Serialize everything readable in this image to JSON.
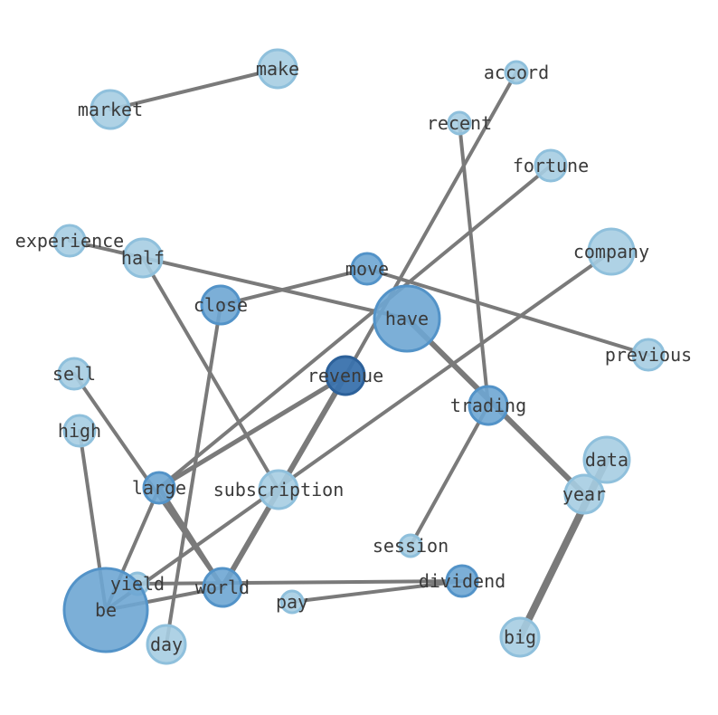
{
  "colors": {
    "edge": "#7a7a7a",
    "node_light": "#a6cde2",
    "node_light_stroke": "#8fc0dc",
    "node_mid": "#6ea6d3",
    "node_mid_stroke": "#5393c8",
    "node_dark": "#3a72ad",
    "node_dark_stroke": "#2d619a",
    "label": "#3a3a3a"
  },
  "nodes": [
    {
      "id": "make",
      "label": "make",
      "tone": "light",
      "size": "md"
    },
    {
      "id": "market",
      "label": "market",
      "tone": "light",
      "size": "md"
    },
    {
      "id": "accord",
      "label": "accord",
      "tone": "light",
      "size": "xs"
    },
    {
      "id": "recent",
      "label": "recent",
      "tone": "light",
      "size": "xs"
    },
    {
      "id": "fortune",
      "label": "fortune",
      "tone": "light",
      "size": "sm"
    },
    {
      "id": "experience",
      "label": "experience",
      "tone": "light",
      "size": "sm"
    },
    {
      "id": "half",
      "label": "half",
      "tone": "light",
      "size": "md"
    },
    {
      "id": "move",
      "label": "move",
      "tone": "mid",
      "size": "sm"
    },
    {
      "id": "company",
      "label": "company",
      "tone": "light",
      "size": "lg"
    },
    {
      "id": "close",
      "label": "close",
      "tone": "mid",
      "size": "md"
    },
    {
      "id": "have",
      "label": "have",
      "tone": "mid",
      "size": "xl"
    },
    {
      "id": "previous",
      "label": "previous",
      "tone": "light",
      "size": "sm"
    },
    {
      "id": "sell",
      "label": "sell",
      "tone": "light",
      "size": "sm"
    },
    {
      "id": "revenue",
      "label": "revenue",
      "tone": "dark",
      "size": "md"
    },
    {
      "id": "trading",
      "label": "trading",
      "tone": "mid",
      "size": "md"
    },
    {
      "id": "high",
      "label": "high",
      "tone": "light",
      "size": "sm"
    },
    {
      "id": "data",
      "label": "data",
      "tone": "light",
      "size": "lg"
    },
    {
      "id": "large",
      "label": "large",
      "tone": "mid",
      "size": "sm"
    },
    {
      "id": "subscription",
      "label": "subscription",
      "tone": "light",
      "size": "md"
    },
    {
      "id": "year",
      "label": "year",
      "tone": "light",
      "size": "md"
    },
    {
      "id": "session",
      "label": "session",
      "tone": "light",
      "size": "xs"
    },
    {
      "id": "yield",
      "label": "yield",
      "tone": "light",
      "size": "xs"
    },
    {
      "id": "world",
      "label": "world",
      "tone": "mid",
      "size": "md"
    },
    {
      "id": "dividend",
      "label": "dividend",
      "tone": "mid",
      "size": "sm"
    },
    {
      "id": "pay",
      "label": "pay",
      "tone": "light",
      "size": "xs"
    },
    {
      "id": "be",
      "label": "be",
      "tone": "mid",
      "size": "xxl"
    },
    {
      "id": "day",
      "label": "day",
      "tone": "light",
      "size": "md"
    },
    {
      "id": "big",
      "label": "big",
      "tone": "light",
      "size": "md"
    }
  ],
  "edges": [
    {
      "source": "market",
      "target": "make",
      "weight": 1
    },
    {
      "source": "accord",
      "target": "revenue",
      "weight": 1
    },
    {
      "source": "recent",
      "target": "trading",
      "weight": 1
    },
    {
      "source": "fortune",
      "target": "large",
      "weight": 1
    },
    {
      "source": "experience",
      "target": "have",
      "weight": 1
    },
    {
      "source": "half",
      "target": "subscription",
      "weight": 1
    },
    {
      "source": "close",
      "target": "move",
      "weight": 1
    },
    {
      "source": "move",
      "target": "previous",
      "weight": 1
    },
    {
      "source": "close",
      "target": "day",
      "weight": 1
    },
    {
      "source": "company",
      "target": "be",
      "weight": 1
    },
    {
      "source": "have",
      "target": "year",
      "weight": 3
    },
    {
      "source": "revenue",
      "target": "world",
      "weight": 3
    },
    {
      "source": "revenue",
      "target": "large",
      "weight": 2
    },
    {
      "source": "trading",
      "target": "session",
      "weight": 1
    },
    {
      "source": "sell",
      "target": "world",
      "weight": 1
    },
    {
      "source": "large",
      "target": "world",
      "weight": 2
    },
    {
      "source": "large",
      "target": "be",
      "weight": 1
    },
    {
      "source": "high",
      "target": "be",
      "weight": 1
    },
    {
      "source": "be",
      "target": "world",
      "weight": 1
    },
    {
      "source": "yield",
      "target": "dividend",
      "weight": 1
    },
    {
      "source": "pay",
      "target": "dividend",
      "weight": 1
    },
    {
      "source": "data",
      "target": "big",
      "weight": 4
    }
  ]
}
